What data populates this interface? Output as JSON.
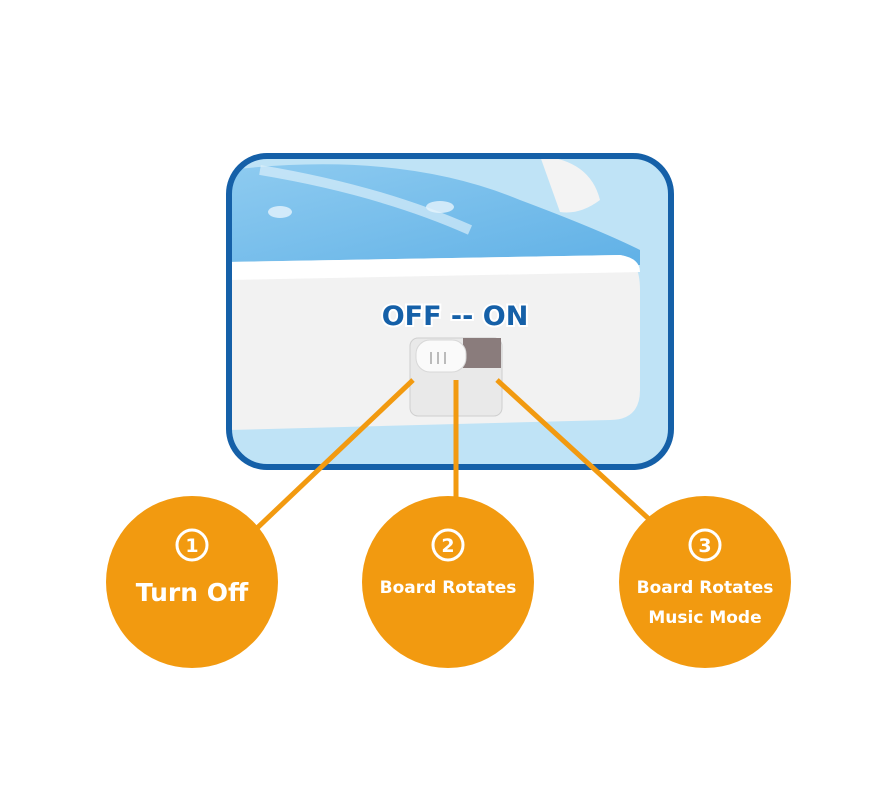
{
  "switch_label": "OFF -- ON",
  "colors": {
    "accent": "#f29a10",
    "frame": "#1560a8",
    "panel": "#bfe3f6"
  },
  "modes": [
    {
      "number": "1",
      "lines": [
        "Turn Off"
      ]
    },
    {
      "number": "2",
      "lines": [
        "Board Rotates"
      ]
    },
    {
      "number": "3",
      "lines": [
        "Board Rotates",
        "Music Mode"
      ]
    }
  ]
}
